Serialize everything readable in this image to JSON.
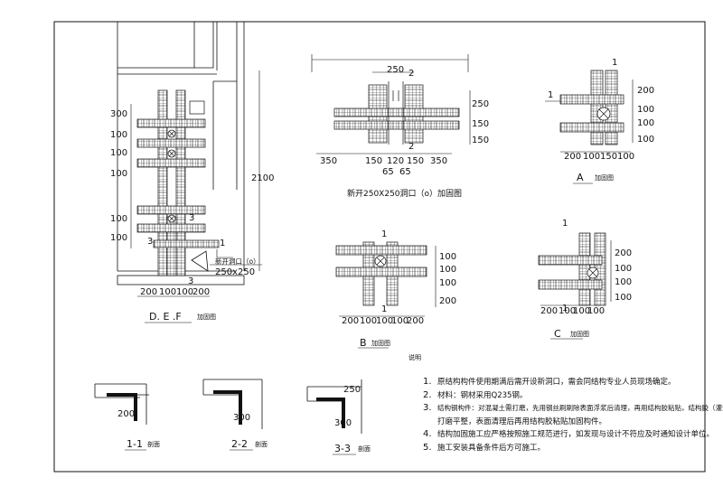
{
  "drawing": {
    "views": {
      "def": {
        "caption": "D. E .F",
        "caption_suffix": "加固图",
        "dims_left": [
          "300",
          "100",
          "100",
          "100",
          "100",
          "100"
        ],
        "dim_height": "2100",
        "dims_bottom": [
          "200",
          "100",
          "100",
          "200"
        ],
        "callout_label": "新开洞口（o）",
        "callout_size": "250x250",
        "section_marks": [
          "1",
          "3",
          "3",
          "3"
        ]
      },
      "hole": {
        "caption": "新开250X250洞口（o）加固图",
        "dim_top": "250",
        "dims_right": [
          "250",
          "150",
          "150"
        ],
        "dims_bottom": [
          "350",
          "150",
          "120",
          "150",
          "350"
        ],
        "dims_bottom2": [
          "65",
          "65"
        ],
        "section_marks": [
          "2",
          "2"
        ]
      },
      "a": {
        "caption": "A",
        "caption_suffix": "加固图",
        "dims_right": [
          "200",
          "100",
          "100",
          "100"
        ],
        "dims_bottom": [
          "200",
          "100",
          "150",
          "100"
        ],
        "section_marks": [
          "1",
          "1"
        ]
      },
      "b": {
        "caption": "B",
        "caption_suffix": "加固图",
        "dims_right": [
          "100",
          "100",
          "100",
          "200"
        ],
        "dims_bottom": [
          "200",
          "100",
          "100",
          "100",
          "200"
        ],
        "section_marks": [
          "1",
          "1"
        ]
      },
      "c": {
        "caption": "C",
        "caption_suffix": "加固图",
        "dims_right": [
          "200",
          "100",
          "100",
          "100"
        ],
        "dims_bottom": [
          "200",
          "100",
          "100",
          "100"
        ],
        "section_marks": [
          "1",
          "1"
        ]
      },
      "s1": {
        "caption": "1-1",
        "caption_suffix": "剖面",
        "dim": "200"
      },
      "s2": {
        "caption": "2-2",
        "caption_suffix": "剖面",
        "dim": "300"
      },
      "s3": {
        "caption": "3-3",
        "caption_suffix": "剖面",
        "dim_top": "250",
        "dim": "300"
      }
    },
    "notes_title": "说明",
    "notes": [
      {
        "num": "1.",
        "text": "原结构构件使用期满后需开设新洞口，需会同结构专业人员现场确定。"
      },
      {
        "num": "2.",
        "text": "材料：钢材采用Q235钢。"
      },
      {
        "num": "3.",
        "text": "结构钢构件：对混凝土需打磨，先用钢丝刷刷除表面浮浆后清理，再用结构胶粘贴，结构胶（灌注型）"
      },
      {
        "num": "",
        "text": "打磨平整，表面清理后再用结构胶粘贴加固构件。"
      },
      {
        "num": "4.",
        "text": "结构加固施工应严格按照施工规范进行，如发现与设计不符应及时通知设计单位。"
      },
      {
        "num": "5.",
        "text": "施工安装具备条件后方可施工。"
      }
    ]
  }
}
